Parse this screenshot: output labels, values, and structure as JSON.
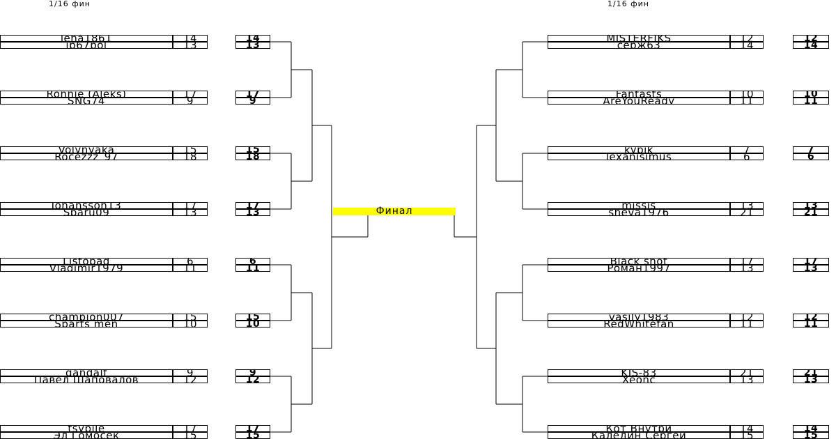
{
  "rounds": {
    "left_label": "1/16 фин",
    "right_label": "1/16 фин"
  },
  "final_label": "Финал",
  "left_matches": [
    {
      "p1": "leha1861",
      "s1": "14",
      "r1": "14",
      "p2": "ip67pol",
      "s2": "13",
      "r2": "13"
    },
    {
      "p1": "Ronnie (Aleks)",
      "s1": "17",
      "r1": "17",
      "p2": "SNG74",
      "s2": "9",
      "r2": "9"
    },
    {
      "p1": "Volynyaka",
      "s1": "15",
      "r1": "15",
      "p2": "Rocezzz_97",
      "s2": "18",
      "r2": "18"
    },
    {
      "p1": "Johansson13",
      "s1": "17",
      "r1": "17",
      "p2": "Sparu09",
      "s2": "13",
      "r2": "13"
    },
    {
      "p1": "Listopad",
      "s1": "6",
      "r1": "6",
      "p2": "Vladimir1979",
      "s2": "11",
      "r2": "11"
    },
    {
      "p1": "champion007",
      "s1": "15",
      "r1": "15",
      "p2": "Sparts men",
      "s2": "10",
      "r2": "10"
    },
    {
      "p1": "gandalf",
      "s1": "9",
      "r1": "9",
      "p2": "Павел Шаповалов",
      "s2": "12",
      "r2": "12"
    },
    {
      "p1": "tsypile",
      "s1": "17",
      "r1": "17",
      "p2": "Эл Гомосек",
      "s2": "15",
      "r2": "15"
    }
  ],
  "right_matches": [
    {
      "p1": "MISTERFIKS",
      "s1": "12",
      "r1": "12",
      "p2": "серж63",
      "s2": "14",
      "r2": "14"
    },
    {
      "p1": "Fantasts",
      "s1": "10",
      "r1": "10",
      "p2": "AreYouReady",
      "s2": "11",
      "r2": "11"
    },
    {
      "p1": "kypik",
      "s1": "7",
      "r1": "7",
      "p2": "lexanisimus",
      "s2": "6",
      "r2": "6"
    },
    {
      "p1": "missis",
      "s1": "13",
      "r1": "13",
      "p2": "sheva1976",
      "s2": "21",
      "r2": "21"
    },
    {
      "p1": "Black shot",
      "s1": "17",
      "r1": "17",
      "p2": "Роман1997",
      "s2": "13",
      "r2": "13"
    },
    {
      "p1": "vasily1983",
      "s1": "12",
      "r1": "12",
      "p2": "RedWhitefan",
      "s2": "11",
      "r2": "11"
    },
    {
      "p1": "KIS-83",
      "s1": "21",
      "r1": "21",
      "p2": "Xeonc",
      "s2": "13",
      "r2": "13"
    },
    {
      "p1": "Кот Внутри",
      "s1": "14",
      "r1": "14",
      "p2": "Каледин Сергей",
      "s2": "15",
      "r2": "15"
    }
  ]
}
